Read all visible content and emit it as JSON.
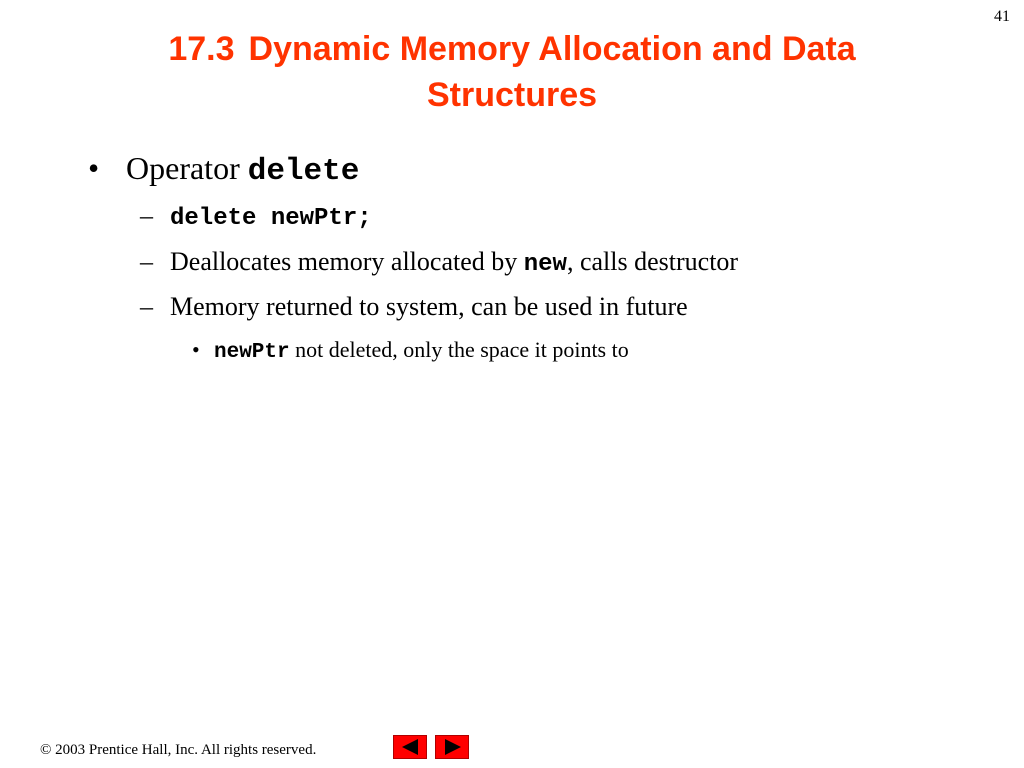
{
  "slide": {
    "page_number": "41",
    "title_number": "17.3",
    "title_line1": "Dynamic Memory Allocation and Data",
    "title_line2": "Structures"
  },
  "content": {
    "bullet1": {
      "marker": "•",
      "text": "Operator ",
      "code": "delete"
    },
    "sub_bullets": [
      {
        "marker": "–",
        "code": "delete newPtr;"
      },
      {
        "marker": "–",
        "text_before": "Deallocates memory allocated by ",
        "code": "new",
        "text_after": ", calls destructor"
      },
      {
        "marker": "–",
        "text": "Memory returned to system, can be used in future"
      }
    ],
    "sub_sub_bullet": {
      "marker": "•",
      "code": "newPtr",
      "text": " not deleted, only the space it points to"
    }
  },
  "footer": {
    "copyright": "©  2003 Prentice Hall, Inc.  All rights reserved."
  },
  "nav": {
    "prev_icon": "left-arrow-icon",
    "next_icon": "right-arrow-icon",
    "button_color": "#ff0000",
    "title_color": "#ff3300"
  }
}
